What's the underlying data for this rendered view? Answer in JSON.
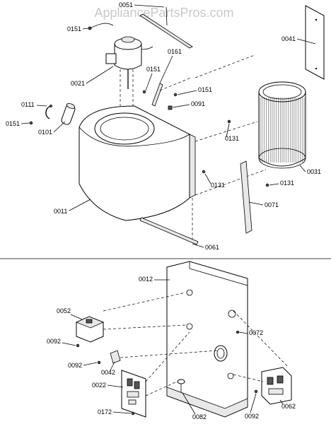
{
  "watermark": "AppliancePartsPros.com",
  "parts": [
    {
      "id": "0051"
    },
    {
      "id": "0151a"
    },
    {
      "id": "0041"
    },
    {
      "id": "0161"
    },
    {
      "id": "0021"
    },
    {
      "id": "0151b"
    },
    {
      "id": "0151c"
    },
    {
      "id": "0091"
    },
    {
      "id": "0111"
    },
    {
      "id": "0151d"
    },
    {
      "id": "0101"
    },
    {
      "id": "0131a"
    },
    {
      "id": "0031"
    },
    {
      "id": "0131b"
    },
    {
      "id": "0131c"
    },
    {
      "id": "0011"
    },
    {
      "id": "0071"
    },
    {
      "id": "0061"
    },
    {
      "id": "0012"
    },
    {
      "id": "0052"
    },
    {
      "id": "0072"
    },
    {
      "id": "0092a"
    },
    {
      "id": "0092b"
    },
    {
      "id": "0042"
    },
    {
      "id": "0022"
    },
    {
      "id": "0082"
    },
    {
      "id": "0092c"
    },
    {
      "id": "0062"
    },
    {
      "id": "0172"
    }
  ],
  "labels": {
    "l0051": "0051",
    "l0151a": "0151",
    "l0041": "0041",
    "l0161": "0161",
    "l0021": "0021",
    "l0151b": "0151",
    "l0151c": "0151",
    "l0091": "0091",
    "l0111": "0111",
    "l0151d": "0151",
    "l0101": "0101",
    "l0131a": "0131",
    "l0031": "0031",
    "l0131b": "0131",
    "l0131c": "0131",
    "l0011": "0011",
    "l0071": "0071",
    "l0061": "0061",
    "l0012": "0012",
    "l0052": "0052",
    "l0072": "0072",
    "l0092a": "0092",
    "l0092b": "0092",
    "l0042": "0042",
    "l0022": "0022",
    "l0082": "0082",
    "l0092c": "0092",
    "l0062": "0062",
    "l0172": "0172"
  }
}
